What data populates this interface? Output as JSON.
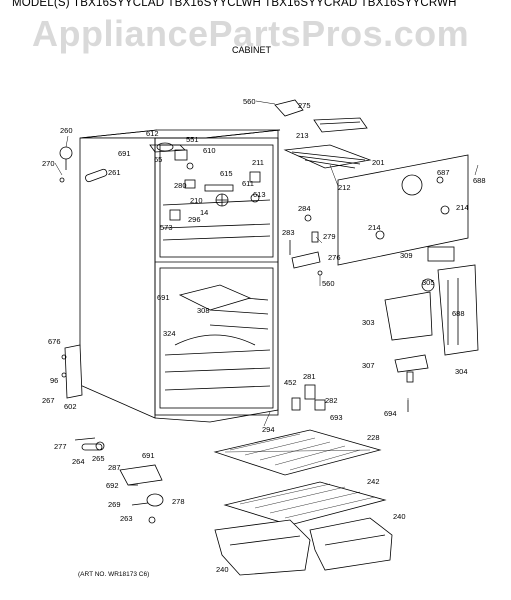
{
  "header": {
    "models": "MODEL(S) TBX16SYYCLAD  TBX16SYYCLWH  TBX16SYYCRAD  TBX16SYYCRWH",
    "watermark": "AppliancePartsPros.com",
    "section": "CABINET"
  },
  "art_number": "(ART NO. WR18173 C6)",
  "callouts": {
    "c560a": "560",
    "c275": "275",
    "c213": "213",
    "c201": "201",
    "c687": "687",
    "c688a": "688",
    "c212": "212",
    "c260": "260",
    "c270": "270",
    "c261": "261",
    "c612": "612",
    "c551": "551",
    "c691a": "691",
    "c65": "65",
    "c610": "610",
    "c211": "211",
    "c615": "615",
    "c280": "280",
    "c611": "611",
    "c613": "613",
    "c210": "210",
    "c14": "14",
    "c296": "296",
    "c573": "573",
    "c284": "284",
    "c283": "283",
    "c279": "279",
    "c214a": "214",
    "c214b": "214",
    "c309": "309",
    "c276": "276",
    "c560b": "560",
    "c691b": "691",
    "c308": "308",
    "c324": "324",
    "c305": "305",
    "c303": "303",
    "c688b": "688",
    "c307": "307",
    "c304": "304",
    "c676": "676",
    "c96": "96",
    "c267": "267",
    "c602": "602",
    "c452": "452",
    "c281": "281",
    "c282": "282",
    "c693": "693",
    "c694": "694",
    "c294": "294",
    "c228": "228",
    "c277": "277",
    "c264": "264",
    "c265": "265",
    "c691c": "691",
    "c287": "287",
    "c692": "692",
    "c278": "278",
    "c242": "242",
    "c269": "269",
    "c263": "263",
    "c240a": "240",
    "c240b": "240"
  }
}
